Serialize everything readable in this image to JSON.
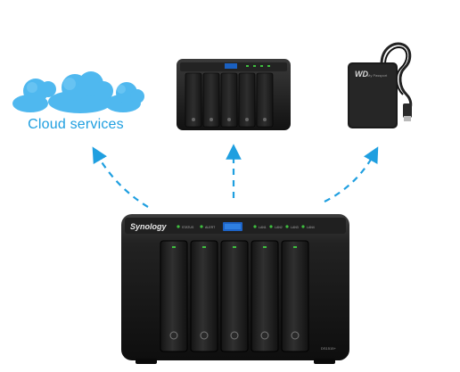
{
  "diagram": {
    "cloud": {
      "label": "Cloud services",
      "icon": "cloud-icon",
      "color": "#1f9fe0"
    },
    "expansion_unit": {
      "icon": "expansion-unit-icon"
    },
    "external_drive": {
      "brand": "WD",
      "label": "My Passport",
      "icon": "external-drive-icon"
    },
    "main_nas": {
      "brand": "Synology",
      "model": "DS1515+",
      "indicators": [
        "STATUS",
        "ALERT",
        "LAN1",
        "LAN2",
        "LAN3",
        "LAN4"
      ],
      "bay_count": 5
    },
    "arrows": {
      "style": "dashed",
      "color": "#1f9fe0",
      "count": 3
    }
  }
}
